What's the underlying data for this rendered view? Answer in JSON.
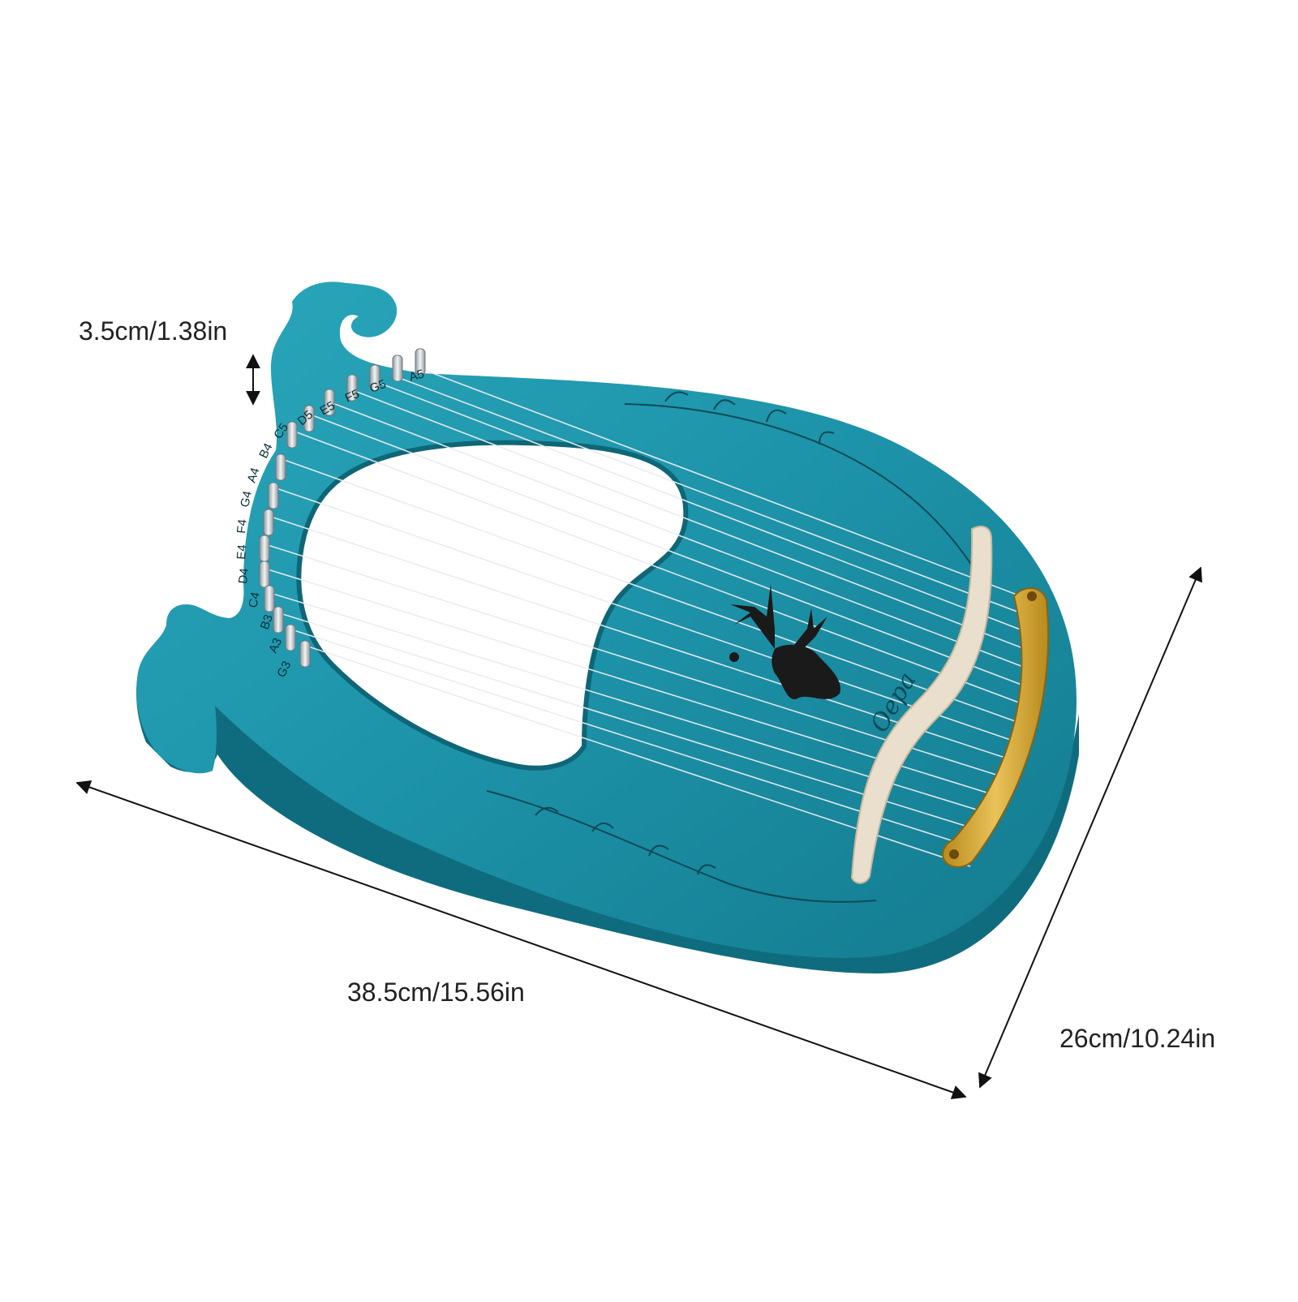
{
  "dimensions": {
    "height": "3.5cm/1.38in",
    "length": "38.5cm/15.56in",
    "width": "26cm/10.24in"
  },
  "instrument": {
    "brand": "Oepa",
    "emblem": "deer-head",
    "string_notes": [
      "G3",
      "A3",
      "B3",
      "C4",
      "D4",
      "E4",
      "F4",
      "G4",
      "A4",
      "B4",
      "C5",
      "D5",
      "E5",
      "F5",
      "G5",
      "A5"
    ]
  },
  "colors": {
    "body": "#1f93a8",
    "body_dark": "#0f6c7e",
    "bridge": "#e8dcc8",
    "tailpiece": "#d7a62a",
    "pins": "#c9ced1",
    "arrows": "#111111",
    "labels": "#222222"
  }
}
